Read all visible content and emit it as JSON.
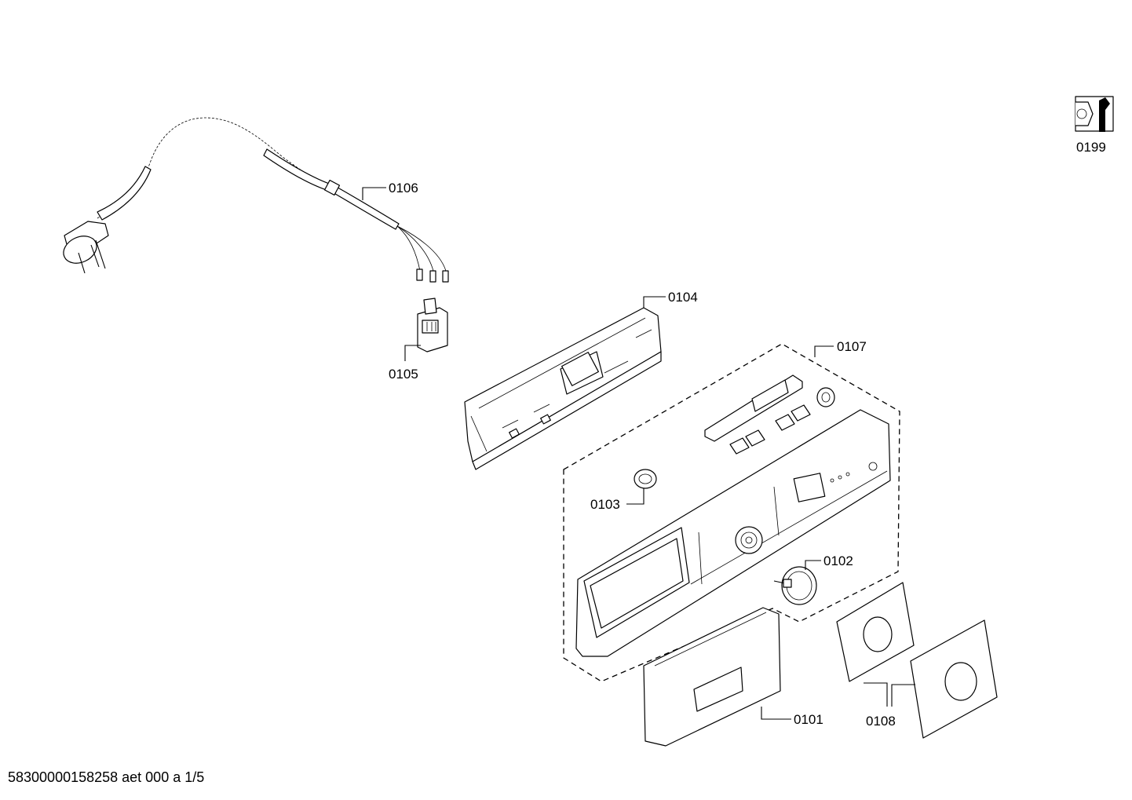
{
  "diagram": {
    "labels": {
      "p0101": "0101",
      "p0102": "0102",
      "p0103": "0103",
      "p0104": "0104",
      "p0105": "0105",
      "p0106": "0106",
      "p0107": "0107",
      "p0108": "0108",
      "p0199": "0199"
    },
    "service_icon": "wrench-nut-icon"
  },
  "footer": {
    "drawing_id": "58300000158258 aet 000 a 1/5"
  }
}
